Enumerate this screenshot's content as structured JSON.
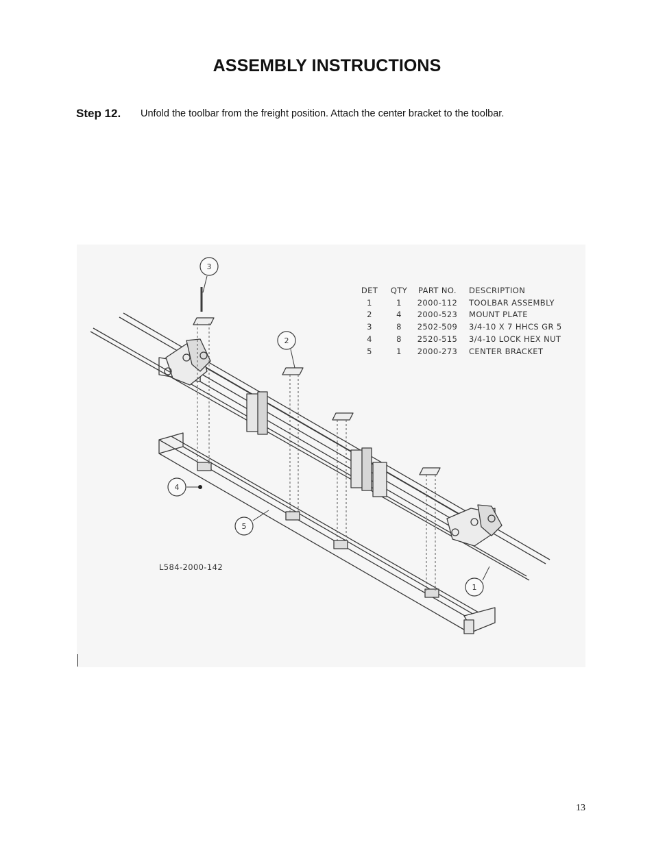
{
  "page": {
    "title": "ASSEMBLY INSTRUCTIONS",
    "page_number": "13"
  },
  "step": {
    "label": "Step 12.",
    "text": "Unfold the toolbar from the freight position.  Attach the center bracket to the toolbar."
  },
  "figure": {
    "drawing_number": "L584-2000-142",
    "parts_table": {
      "headers": [
        "DET",
        "QTY",
        "PART NO.",
        "DESCRIPTION"
      ],
      "rows": [
        {
          "det": "1",
          "qty": "1",
          "part": "2000-112",
          "desc": "TOOLBAR ASSEMBLY"
        },
        {
          "det": "2",
          "qty": "4",
          "part": "2000-523",
          "desc": "MOUNT PLATE"
        },
        {
          "det": "3",
          "qty": "8",
          "part": "2502-509",
          "desc": "3/4-10 X 7 HHCS GR 5"
        },
        {
          "det": "4",
          "qty": "8",
          "part": "2520-515",
          "desc": "3/4-10 LOCK HEX NUT"
        },
        {
          "det": "5",
          "qty": "1",
          "part": "2000-273",
          "desc": "CENTER BRACKET"
        }
      ]
    },
    "callouts": [
      "1",
      "2",
      "3",
      "4",
      "5"
    ]
  }
}
